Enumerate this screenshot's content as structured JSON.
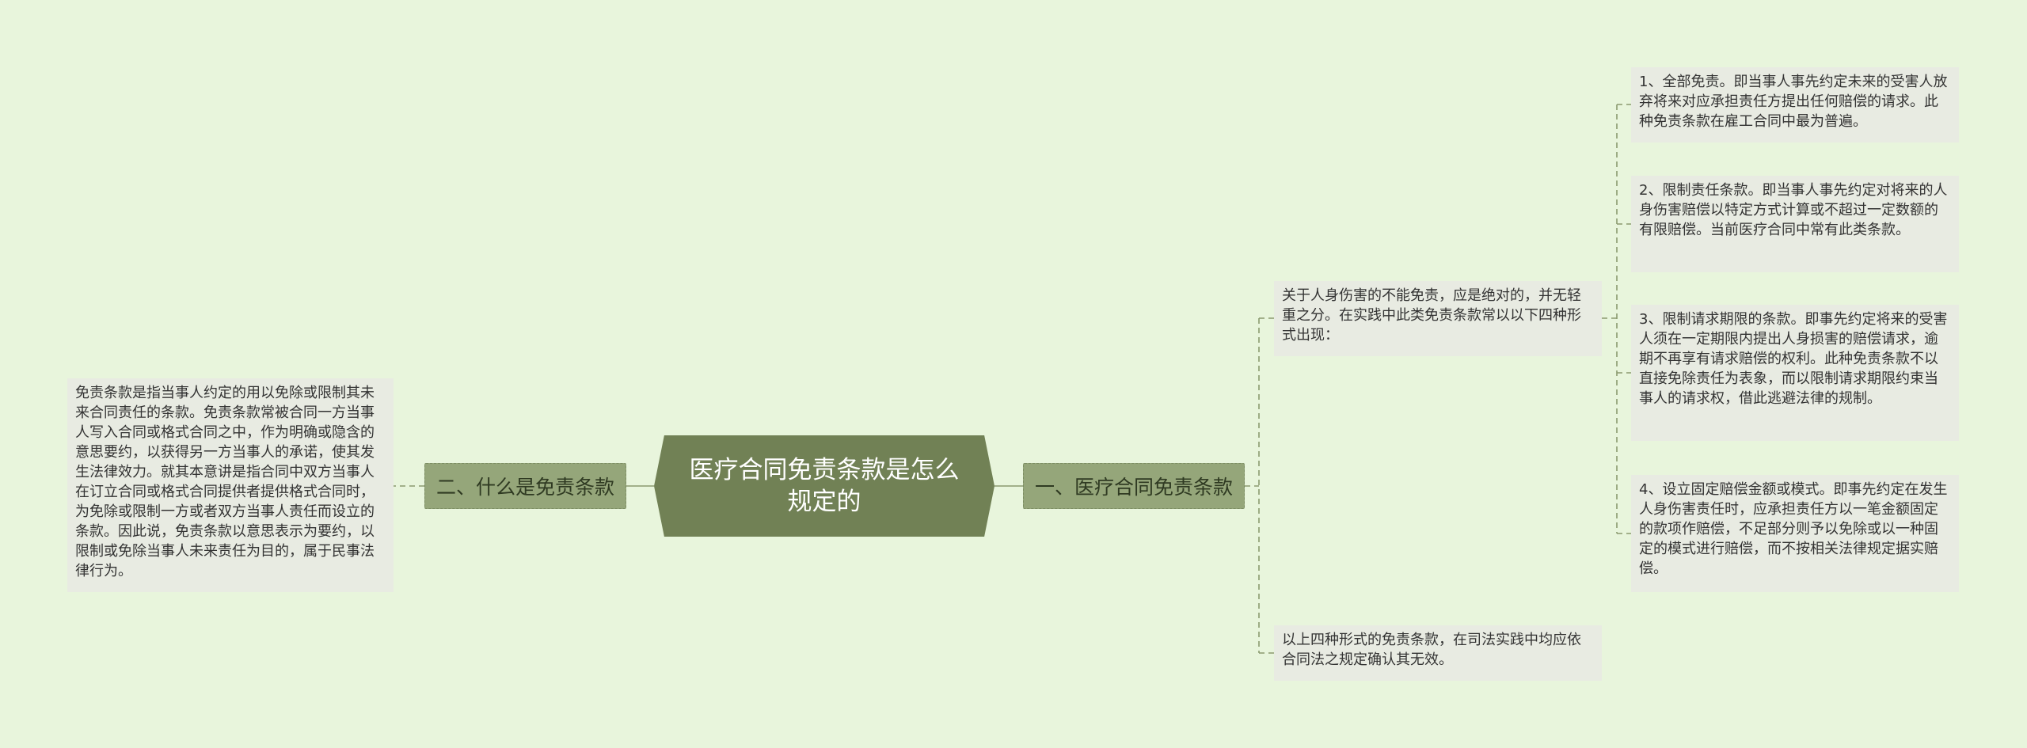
{
  "mindmap": {
    "root": {
      "text": "医疗合同免责条款是怎么规定的"
    },
    "left_branch": {
      "label": "二、什么是免责条款",
      "definition": "免责条款是指当事人约定的用以免除或限制其未来合同责任的条款。免责条款常被合同一方当事人写入合同或格式合同之中，作为明确或隐含的意思要约，以获得另一方当事人的承诺，使其发生法律效力。就其本意讲是指合同中双方当事人在订立合同或格式合同提供者提供格式合同时，为免除或限制一方或者双方当事人责任而设立的条款。因此说，免责条款以意思表示为要约，以限制或免除当事人未来责任为目的，属于民事法律行为。"
    },
    "right_branch": {
      "label": "一、医疗合同免责条款",
      "intro": "关于人身伤害的不能免责，应是绝对的，并无轻重之分。在实践中此类免责条款常以以下四种形式出现：",
      "forms": [
        "1、全部免责。即当事人事先约定未来的受害人放弃将来对应承担责任方提出任何赔偿的请求。此种免责条款在雇工合同中最为普遍。",
        "2、限制责任条款。即当事人事先约定对将来的人身伤害赔偿以特定方式计算或不超过一定数额的有限赔偿。当前医疗合同中常有此类条款。",
        "3、限制请求期限的条款。即事先约定将来的受害人须在一定期限内提出人身损害的赔偿请求，逾期不再享有请求赔偿的权利。此种免责条款不以直接免除责任为表象，而以限制请求期限约束当事人的请求权，借此逃避法律的规制。",
        "4、设立固定赔偿金额或模式。即事先约定在发生人身伤害责任时，应承担责任方以一笔金额固定的款项作赔偿，不足部分则予以免除或以一种固定的模式进行赔偿，而不按相关法律规定据实赔偿。"
      ],
      "conclusion": "以上四种形式的免责条款，在司法实践中均应依合同法之规定确认其无效。"
    }
  },
  "colors": {
    "background": "#e8f5dc",
    "root_fill": "#718155",
    "branch_fill": "#95a67a",
    "leaf_fill": "#e8ebe2",
    "connector": "#8a9a6e"
  }
}
